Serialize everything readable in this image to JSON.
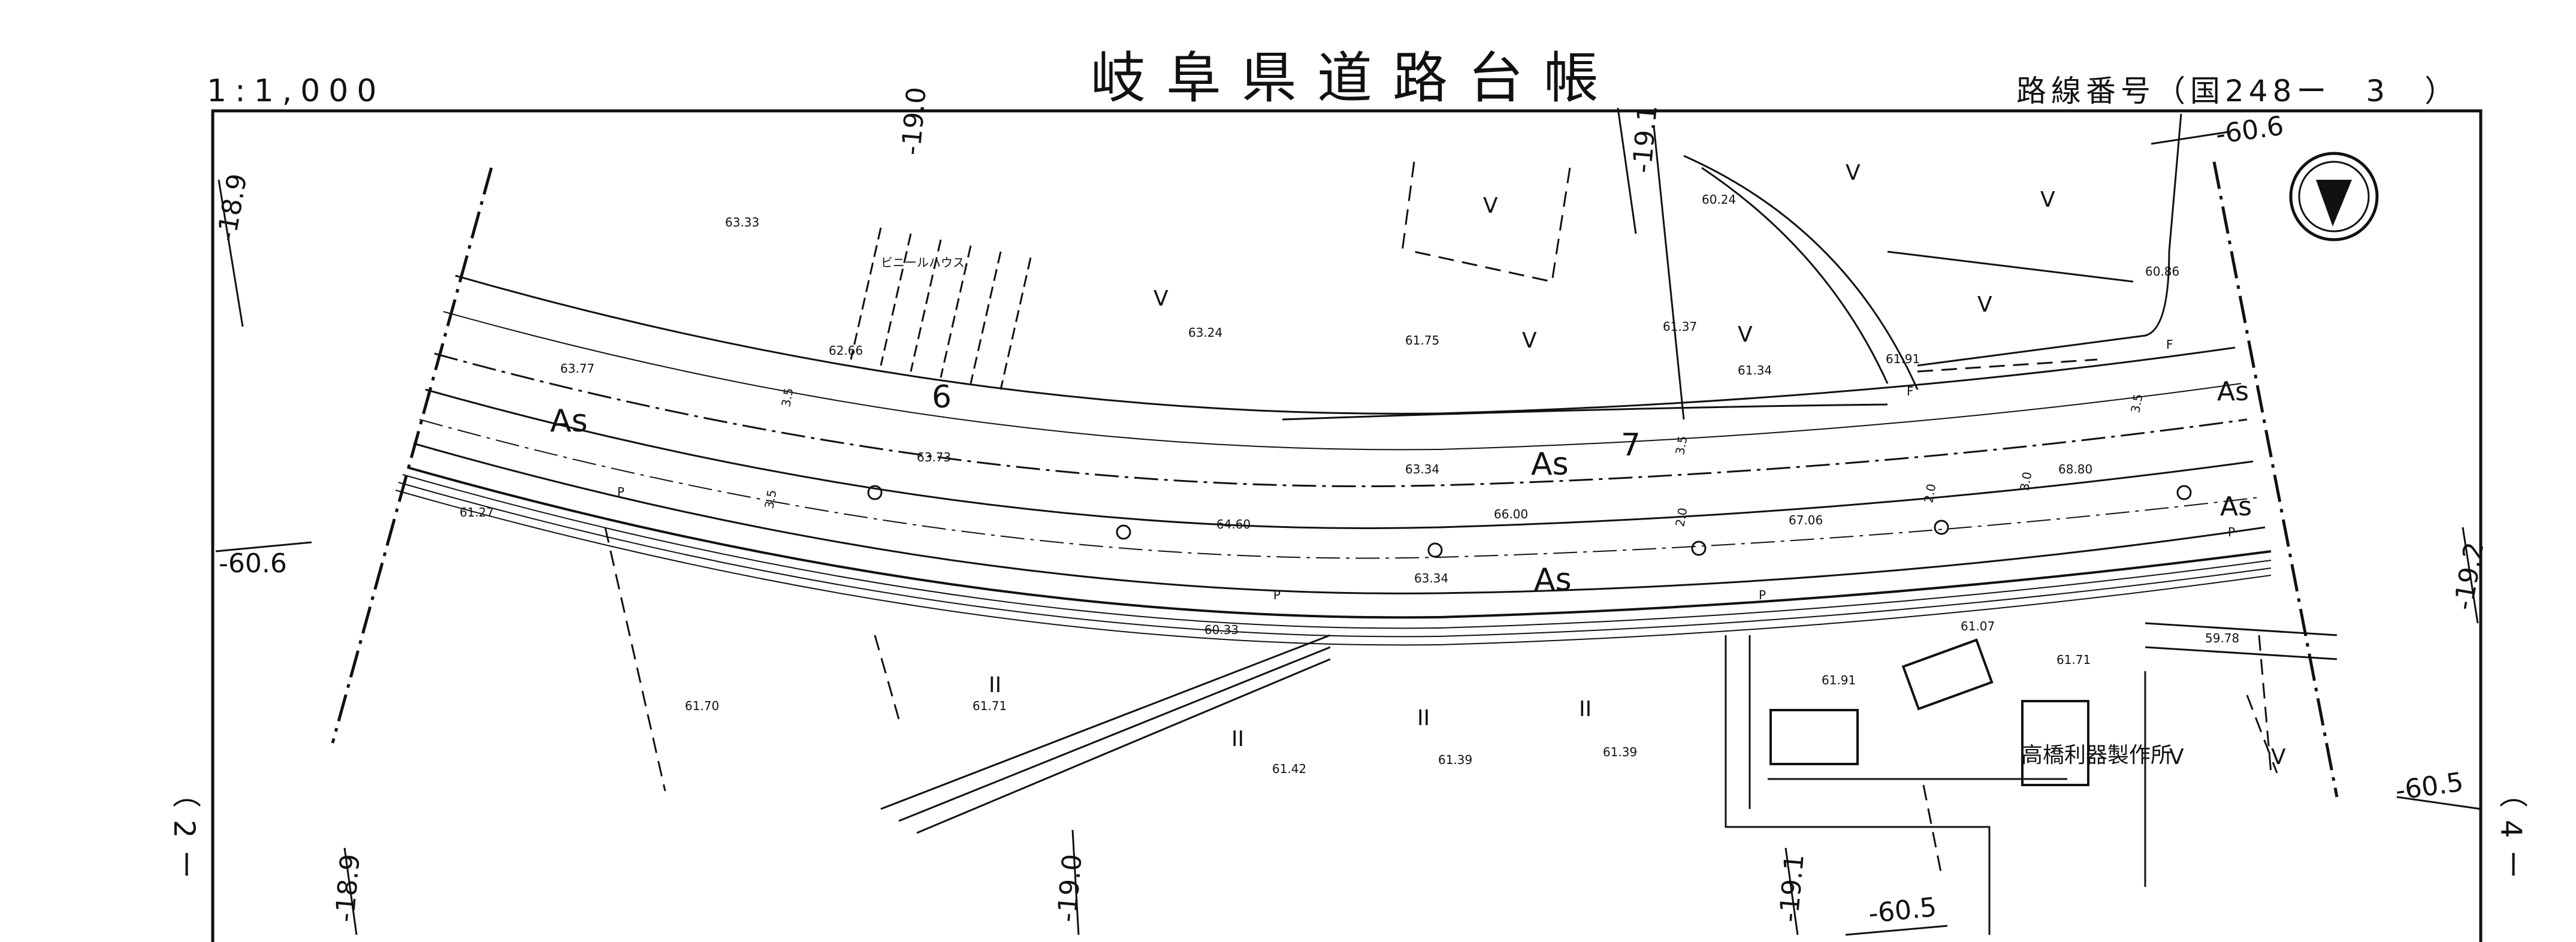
{
  "sheet": {
    "title": "岐阜県道路台帳",
    "scale": "1:1,000",
    "route_number": "路線番号（国248ー　3　）",
    "adjacent_left": "（2ー",
    "adjacent_right": "（4ー"
  },
  "north_arrow": {
    "icon": "north-arrow-icon"
  },
  "road_labels": {
    "surface_upper": "As",
    "surface_mid": "As",
    "surface_lower": "As",
    "surface_right_upper": "As",
    "surface_right_lower": "As",
    "station_6": "6",
    "station_7": "7"
  },
  "building": {
    "name": "高橋利器製作所"
  },
  "house_label": "ビニールハウス",
  "grid_coordinates": {
    "top_19_0": "-19.0",
    "top_19_1": "-19.1",
    "left_18_9_top": "-18.9",
    "left_60_6": "-60.6",
    "top_right_60_6": "-60.6",
    "right_19_2": "-19.2",
    "right_60_5": "-60.5",
    "bottom_18_9": "-18.9",
    "bottom_19_0": "-19.0",
    "bottom_19_1": "-19.1",
    "bottom_60_5": "-60.5"
  },
  "elevations": {
    "e_63_33": "63.33",
    "e_63_24": "63.24",
    "e_61_75": "61.75",
    "e_60_24": "60.24",
    "e_61_37": "61.37",
    "e_61_34": "61.34",
    "e_61_91_top": "61.91",
    "e_60_86": "60.86",
    "e_62_66": "62.66",
    "e_63_77": "63.77",
    "e_63_73": "63.73",
    "e_63_34_a": "63.34",
    "e_64_60": "64.60",
    "e_66_00": "66.00",
    "e_67_06": "67.06",
    "e_68_80": "68.80",
    "e_63_34_b": "63.34",
    "e_61_27": "61.27",
    "e_60_33": "60.33",
    "e_61_07": "61.07",
    "e_59_78": "59.78",
    "e_61_91_bottom": "61.91",
    "e_61_71_right": "61.71",
    "e_61_70": "61.70",
    "e_61_71_left": "61.71",
    "e_61_42": "61.42",
    "e_61_39_a": "61.39",
    "e_61_39_b": "61.39"
  },
  "dimensions": {
    "d_3_5_a": "3.5",
    "d_3_5_b": "3.5",
    "d_3_5_c": "3.5",
    "d_2_0_a": "2.0",
    "d_2_0_b": "2.0",
    "d_3_5_d": "3.5",
    "d_3_0": "3.0"
  },
  "symbols": {
    "land_field": "V",
    "land_paddy": "II",
    "utility_pole": "P",
    "fire_hydrant": "F"
  }
}
